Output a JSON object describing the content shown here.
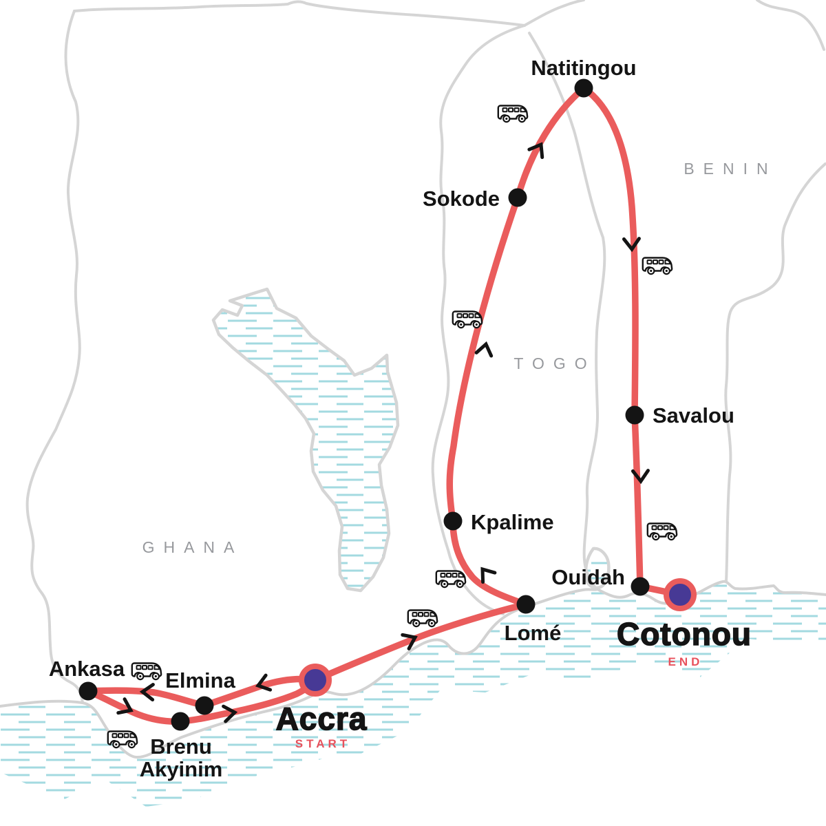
{
  "map": {
    "colors": {
      "route": "#EA5C5C",
      "terminal_fill": "#473995",
      "city_marker": "#141414",
      "border_gray": "#D5D5D5",
      "water_hatch": "#A3DAE0",
      "country_label_gray": "#97999D",
      "tag_red": "#E8515C",
      "background": "#FFFFFF"
    },
    "countries": [
      {
        "label": "GHANA"
      },
      {
        "label": "TOGO"
      },
      {
        "label": "BENIN"
      }
    ],
    "stops": [
      {
        "name": "Accra",
        "tag": "START",
        "type": "terminal"
      },
      {
        "name": "Elmina",
        "type": "stop"
      },
      {
        "name": "Brenu Akyinim",
        "lines": [
          "Brenu",
          "Akyinim"
        ],
        "type": "stop"
      },
      {
        "name": "Ankasa",
        "type": "stop"
      },
      {
        "name": "Lomé",
        "type": "stop"
      },
      {
        "name": "Kpalime",
        "type": "stop"
      },
      {
        "name": "Sokode",
        "type": "stop"
      },
      {
        "name": "Natitingou",
        "type": "stop"
      },
      {
        "name": "Savalou",
        "type": "stop"
      },
      {
        "name": "Ouidah",
        "type": "stop"
      },
      {
        "name": "Cotonou",
        "tag": "END",
        "type": "terminal"
      }
    ],
    "icons": {
      "transport": "bus-icon",
      "direction": "chevron-arrow-icon"
    }
  }
}
